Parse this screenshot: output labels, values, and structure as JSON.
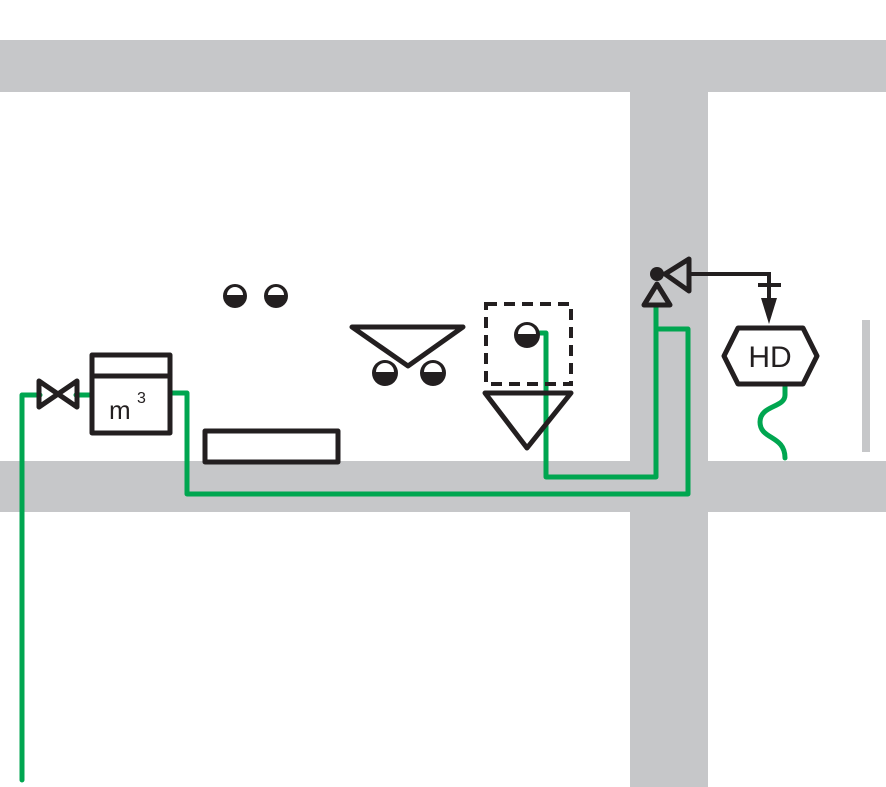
{
  "diagram": {
    "meter_label": "m",
    "meter_superscript": "3",
    "heater_label": "HD",
    "colors": {
      "wall": "#c6c7c9",
      "pipe": "#00a650",
      "symbol": "#231f20"
    }
  }
}
